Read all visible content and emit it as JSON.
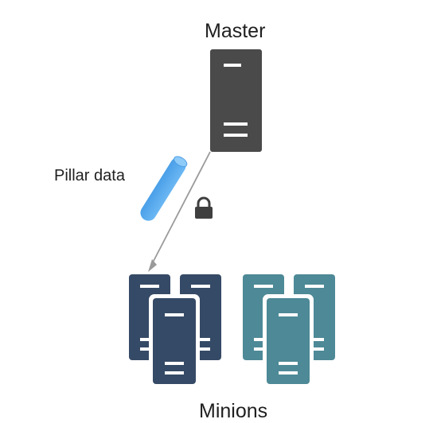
{
  "diagram": {
    "master_label": "Master",
    "pillar_label": "Pillar data",
    "minions_label": "Minions",
    "colors": {
      "master": "#4a4a4a",
      "minion_dark": "#354a66",
      "minion_teal": "#4d8996",
      "arrow": "#9a9a9a",
      "cylinder": "#4a9fe8",
      "lock": "#3f3f3f"
    },
    "icons": {
      "master": "server-icon",
      "minion": "server-icon",
      "pillar": "cylinder-icon",
      "secure": "lock-icon"
    }
  }
}
